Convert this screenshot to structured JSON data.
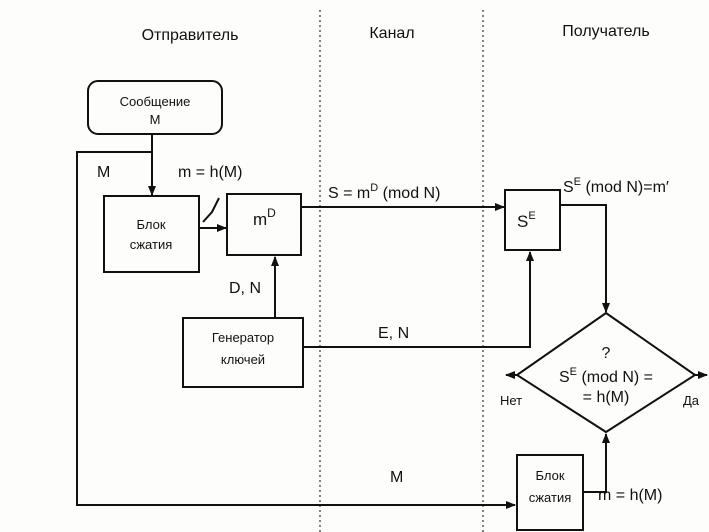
{
  "columns": {
    "sender": "Отправитель",
    "channel": "Канал",
    "receiver": "Получатель"
  },
  "message_box": {
    "line1": "Сообщение",
    "line2": "M"
  },
  "compress_box_sender": {
    "line1": "Блок",
    "line2": "сжатия"
  },
  "sign_box": {
    "base": "m",
    "sup": "D"
  },
  "keygen_box": {
    "line1": "Генератор",
    "line2": "ключей"
  },
  "verify_box": {
    "base": "S",
    "sup": "E"
  },
  "compress_box_receiver": {
    "line1": "Блок",
    "line2": "сжатия"
  },
  "decision": {
    "q": "?",
    "line1_base": "S",
    "line1_sup": "E",
    "line1_rest": " (mod N) =",
    "line2": "= h(M)",
    "no": "Нет",
    "yes": "Да"
  },
  "labels": {
    "m_left": "M",
    "hash": "m = h(M)",
    "private_key": "D, N",
    "signature_pre": "S = m",
    "signature_sup": "D",
    "signature_post": " (mod N)",
    "public_key": "E, N",
    "verify_out_base": "S",
    "verify_out_sup": "E",
    "verify_out_rest": " (mod N)=m′",
    "m_bottom": "M",
    "hash_receiver": "m = h(M)"
  }
}
